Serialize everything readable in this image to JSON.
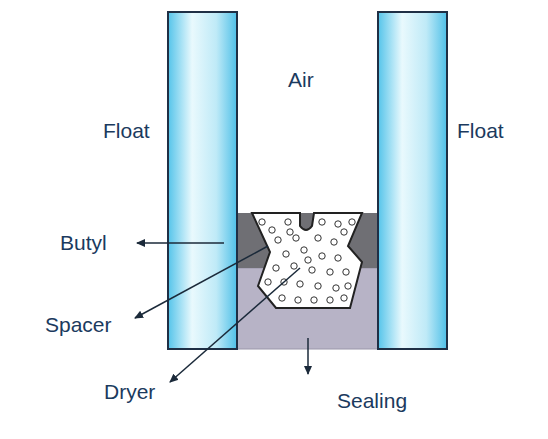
{
  "diagram": {
    "labels": [
      "Air",
      "Float",
      "Float",
      "Butyl",
      "Spacer",
      "Dryer",
      "Sealing"
    ]
  }
}
